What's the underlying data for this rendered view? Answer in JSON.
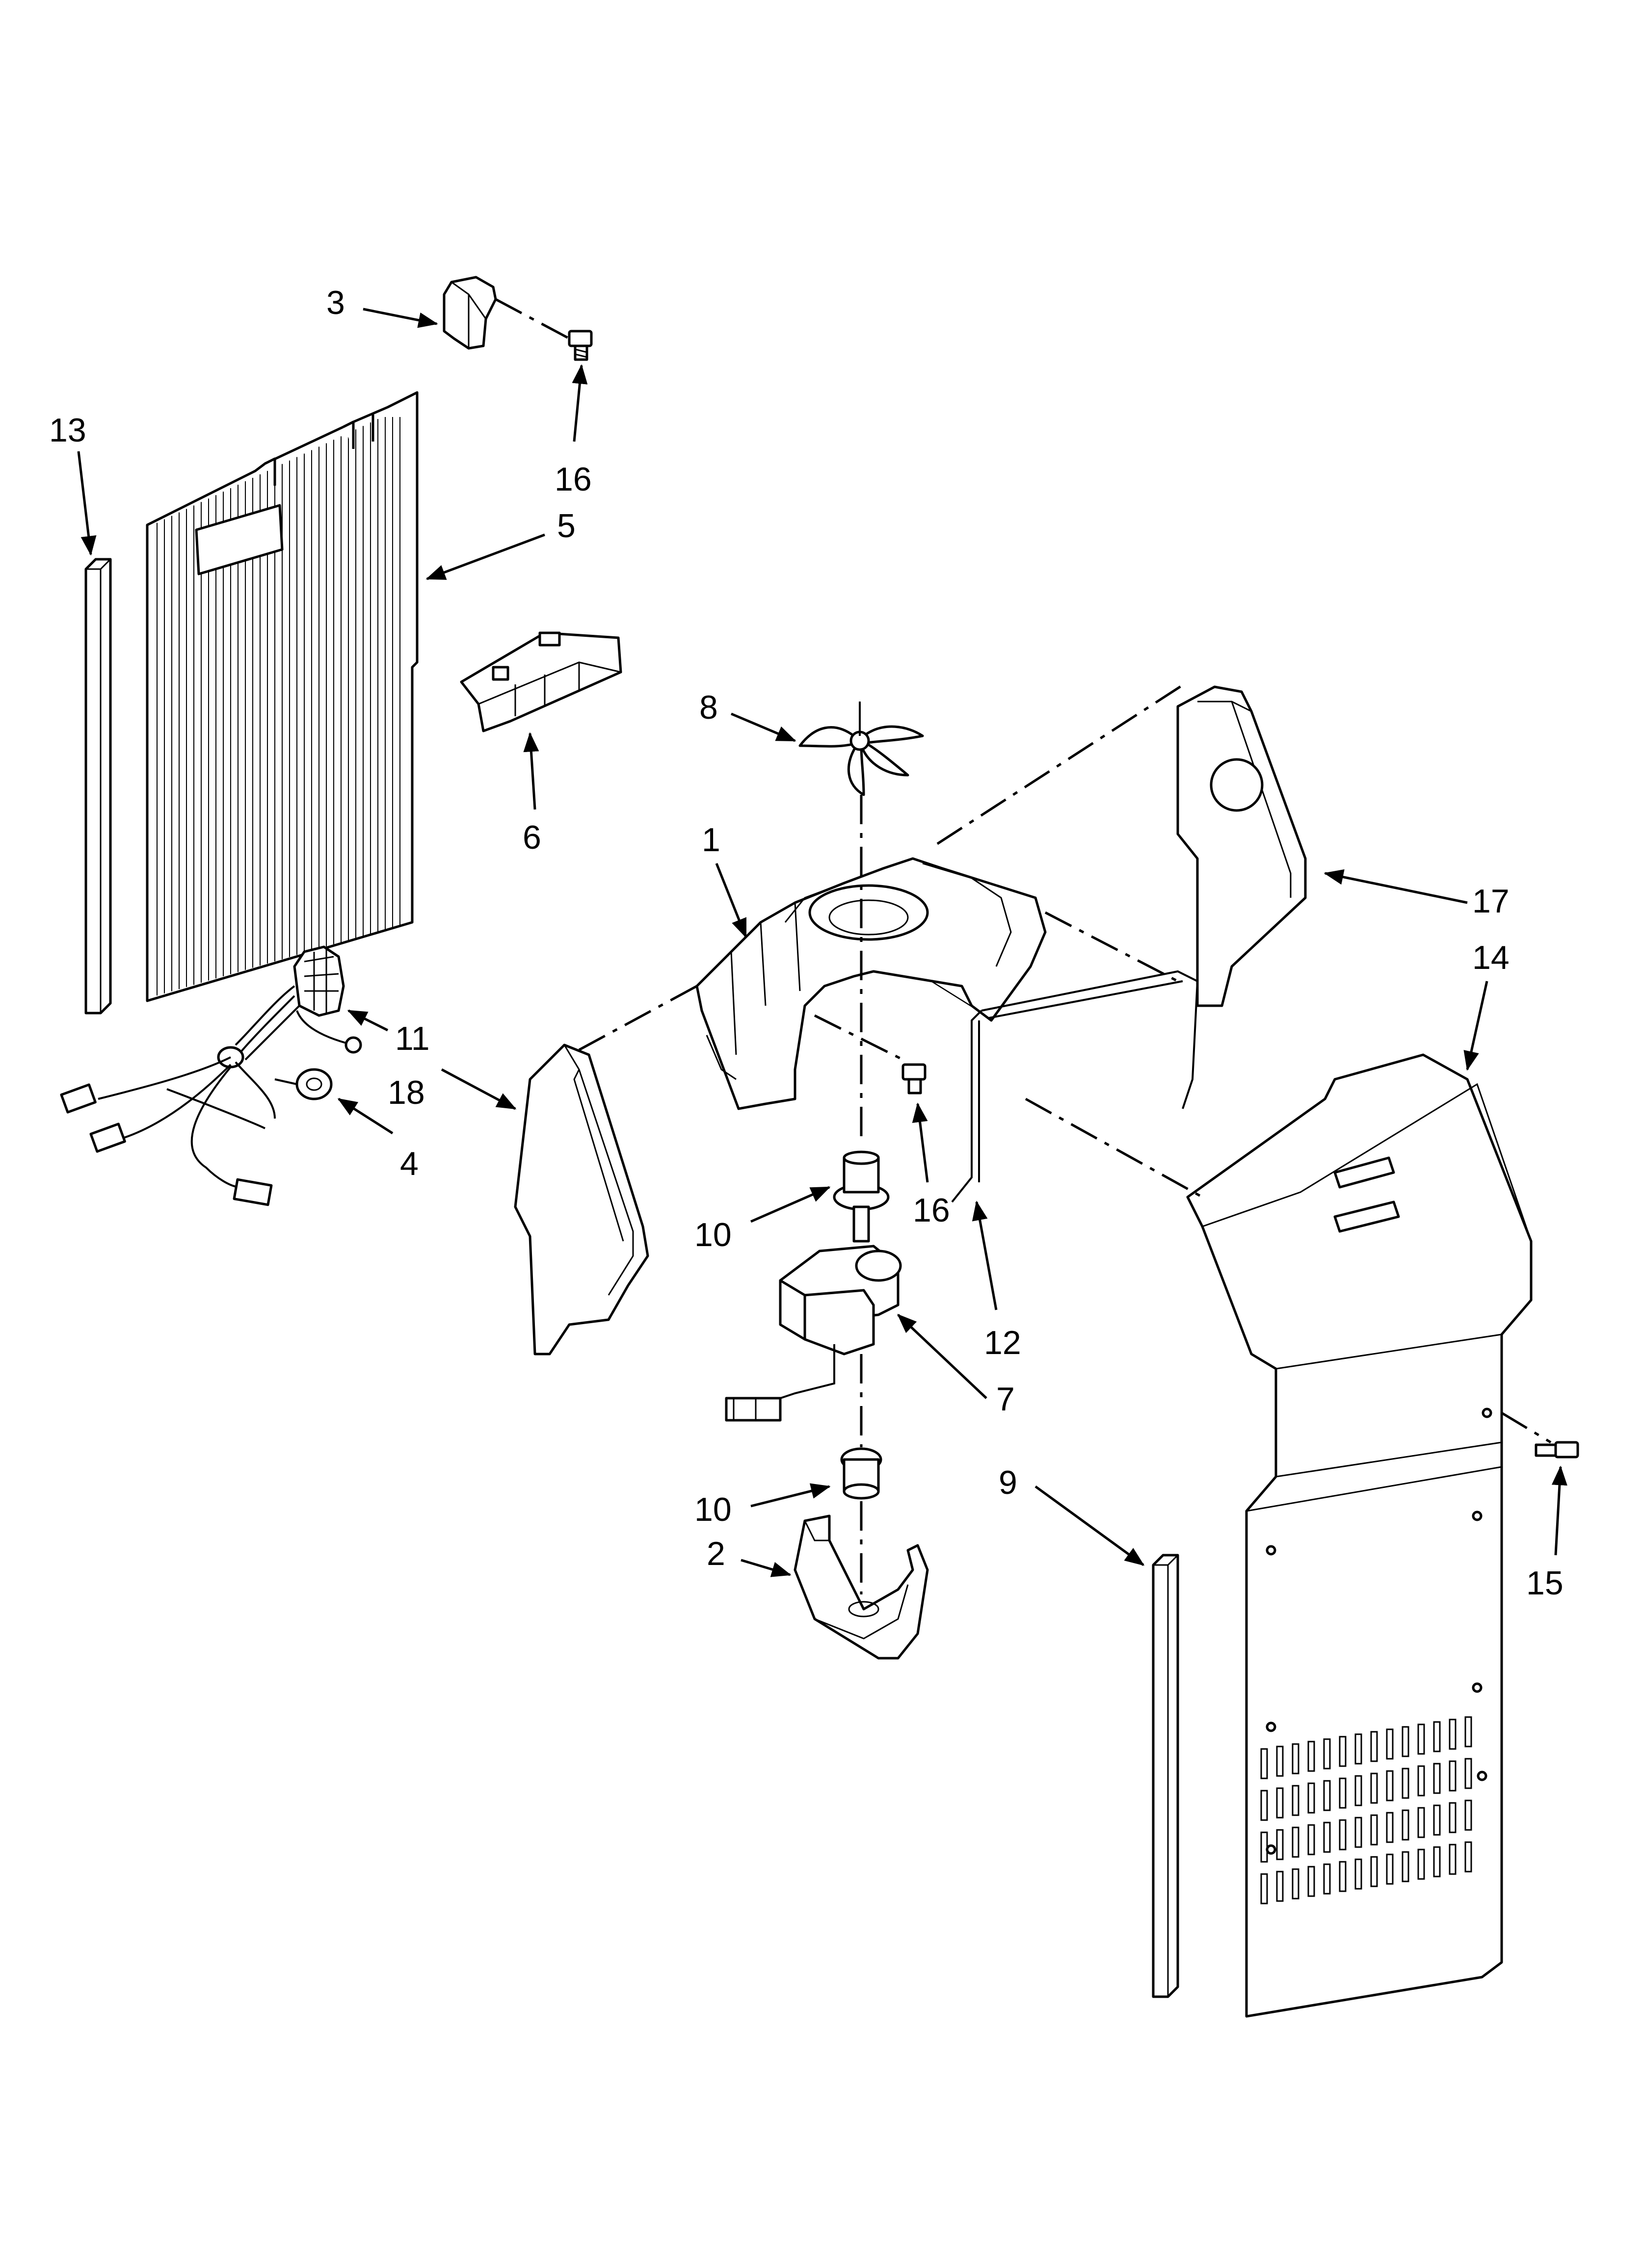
{
  "diagram": {
    "callouts": [
      {
        "id": "c3",
        "label": "3"
      },
      {
        "id": "c16a",
        "label": "16"
      },
      {
        "id": "c13",
        "label": "13"
      },
      {
        "id": "c5",
        "label": "5"
      },
      {
        "id": "c6",
        "label": "6"
      },
      {
        "id": "c8",
        "label": "8"
      },
      {
        "id": "c1",
        "label": "1"
      },
      {
        "id": "c17",
        "label": "17"
      },
      {
        "id": "c14",
        "label": "14"
      },
      {
        "id": "c11",
        "label": "11"
      },
      {
        "id": "c18",
        "label": "18"
      },
      {
        "id": "c4",
        "label": "4"
      },
      {
        "id": "c16b",
        "label": "16"
      },
      {
        "id": "c10a",
        "label": "10"
      },
      {
        "id": "c12",
        "label": "12"
      },
      {
        "id": "c7",
        "label": "7"
      },
      {
        "id": "c10b",
        "label": "10"
      },
      {
        "id": "c9",
        "label": "9"
      },
      {
        "id": "c2",
        "label": "2"
      },
      {
        "id": "c15",
        "label": "15"
      }
    ],
    "colors": {
      "line": "#000000",
      "background": "#ffffff",
      "shade": "#e6e6e6"
    }
  }
}
